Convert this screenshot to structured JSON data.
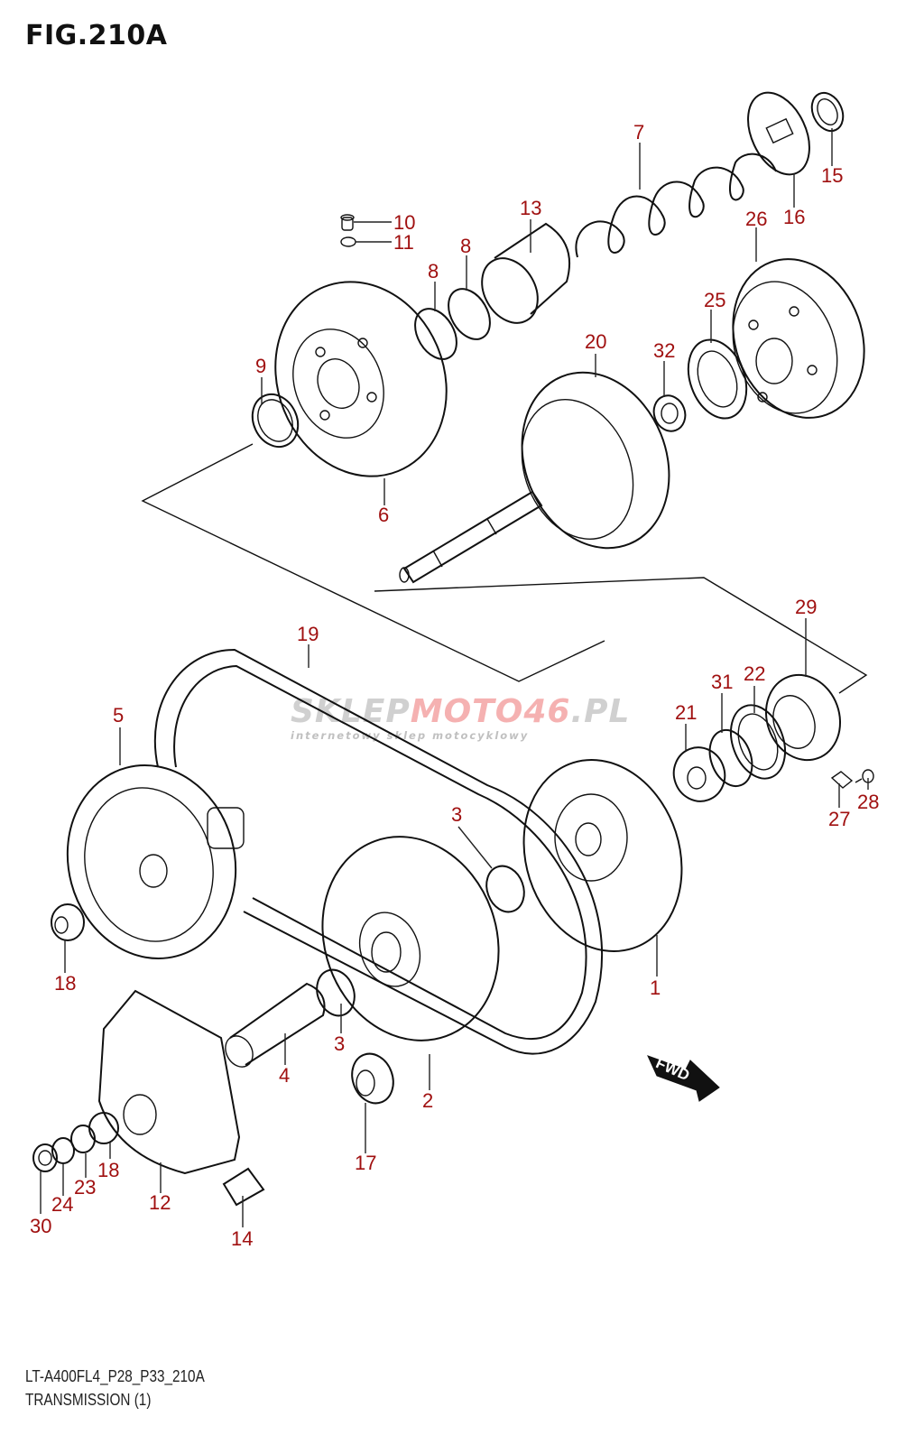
{
  "figure": {
    "title": "FIG.210A",
    "model_code": "LT-A400FL4_P28_P33_210A",
    "section_name": "TRANSMISSION (1)"
  },
  "watermark": {
    "main_prefix": "SKLEP",
    "main_accent": "MOTO46",
    "main_suffix": ".PL",
    "subtitle": "internetowy sklep motocyklowy"
  },
  "direction_indicator": {
    "label": "FWD"
  },
  "colors": {
    "callout": "#a01010",
    "line": "#111111"
  },
  "callouts": [
    {
      "id": "c1",
      "number": "1"
    },
    {
      "id": "c2",
      "number": "2"
    },
    {
      "id": "c3a",
      "number": "3"
    },
    {
      "id": "c3b",
      "number": "3"
    },
    {
      "id": "c4",
      "number": "4"
    },
    {
      "id": "c5",
      "number": "5"
    },
    {
      "id": "c6",
      "number": "6"
    },
    {
      "id": "c7",
      "number": "7"
    },
    {
      "id": "c8a",
      "number": "8"
    },
    {
      "id": "c8b",
      "number": "8"
    },
    {
      "id": "c9",
      "number": "9"
    },
    {
      "id": "c10",
      "number": "10"
    },
    {
      "id": "c11",
      "number": "11"
    },
    {
      "id": "c12",
      "number": "12"
    },
    {
      "id": "c13",
      "number": "13"
    },
    {
      "id": "c14",
      "number": "14"
    },
    {
      "id": "c15",
      "number": "15"
    },
    {
      "id": "c16",
      "number": "16"
    },
    {
      "id": "c17",
      "number": "17"
    },
    {
      "id": "c18a",
      "number": "18"
    },
    {
      "id": "c18b",
      "number": "18"
    },
    {
      "id": "c19",
      "number": "19"
    },
    {
      "id": "c20",
      "number": "20"
    },
    {
      "id": "c21",
      "number": "21"
    },
    {
      "id": "c22",
      "number": "22"
    },
    {
      "id": "c23",
      "number": "23"
    },
    {
      "id": "c24",
      "number": "24"
    },
    {
      "id": "c25",
      "number": "25"
    },
    {
      "id": "c26",
      "number": "26"
    },
    {
      "id": "c27",
      "number": "27"
    },
    {
      "id": "c28",
      "number": "28"
    },
    {
      "id": "c29",
      "number": "29"
    },
    {
      "id": "c30",
      "number": "30"
    },
    {
      "id": "c31",
      "number": "31"
    },
    {
      "id": "c32",
      "number": "32"
    }
  ]
}
